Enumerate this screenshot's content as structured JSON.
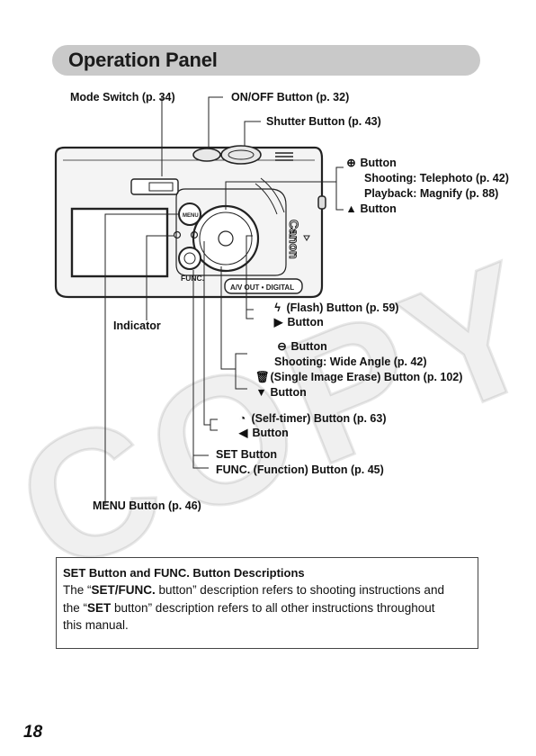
{
  "header": {
    "title": "Operation Panel"
  },
  "callouts": {
    "mode_switch": "Mode Switch (p. 34)",
    "onoff": "ON/OFF Button (p. 32)",
    "shutter": "Shutter Button (p. 43)",
    "zoom_in_title": "Button",
    "zoom_in_line1": "Shooting: Telephoto (p. 42)",
    "zoom_in_line2": "Playback: Magnify (p. 88)",
    "print_button": "Button",
    "flash": "(Flash) Button (p. 59)",
    "flash_button": "Button",
    "indicator": "Indicator",
    "zoom_out_title": "Button",
    "zoom_out_line1": "Shooting: Wide Angle (p. 42)",
    "erase": "(Single Image Erase) Button (p. 102)",
    "erase_button": "Button",
    "selftimer": "(Self-timer) Button (p. 63)",
    "selftimer_button": "Button",
    "set_button": "SET Button",
    "func_button": "FUNC. (Function) Button (p. 45)",
    "menu_button": "MENU Button (p. 46)"
  },
  "camera": {
    "brand": "Canon",
    "func_label": "FUNC.",
    "av_label": "A/V OUT • DIGITAL",
    "menu_label": "MENU"
  },
  "note": {
    "title": "SET Button and FUNC. Button Descriptions",
    "line1_a": "The “",
    "line1_b": "SET/FUNC.",
    "line1_c": " button” description refers to shooting instructions and",
    "line2_a": "the “",
    "line2_b": "SET",
    "line2_c": " button” description refers to all other instructions throughout",
    "line3": "this manual."
  },
  "watermark": "COPY",
  "page_number": "18"
}
